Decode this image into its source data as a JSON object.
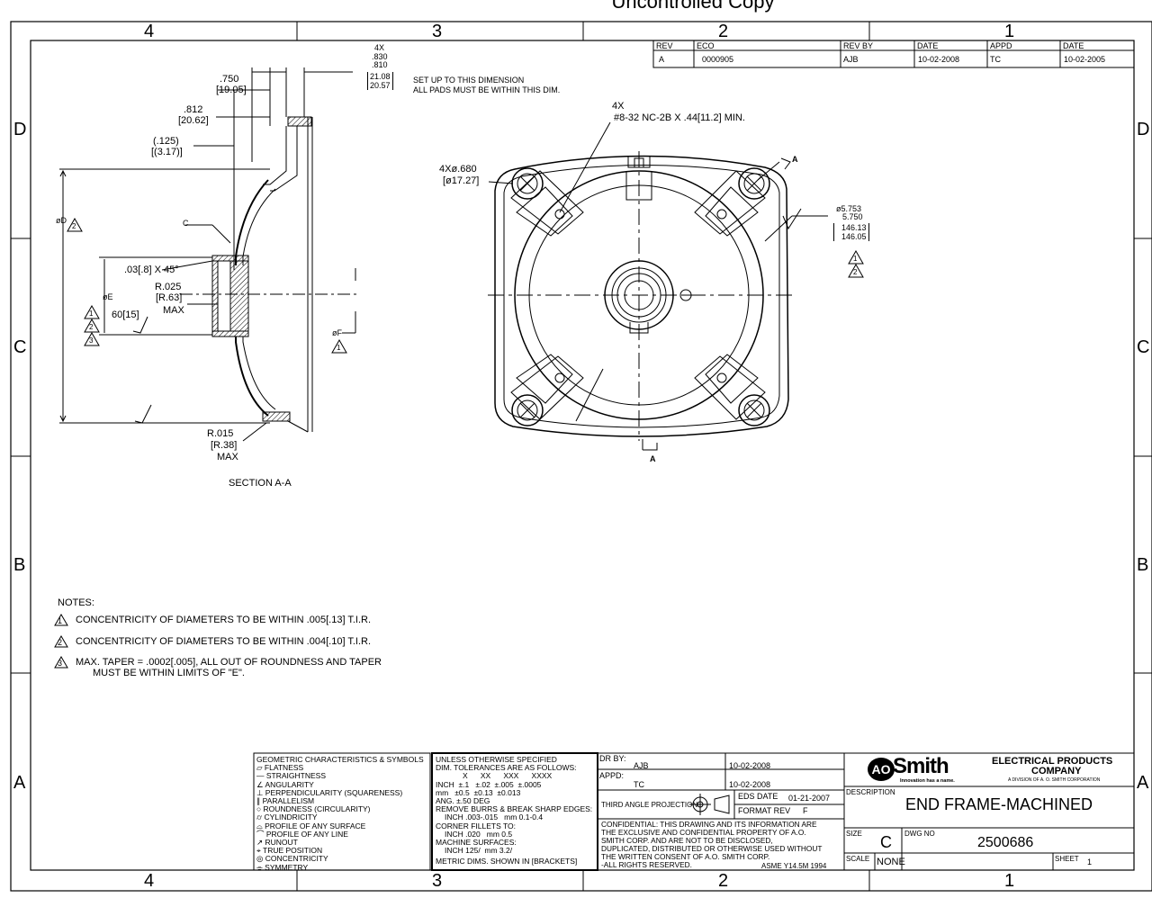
{
  "header": {
    "title": "Uncontrolled Copy"
  },
  "zones": {
    "columns": [
      "4",
      "3",
      "2",
      "1"
    ],
    "rows": [
      "D",
      "C",
      "B",
      "A"
    ]
  },
  "revision_table": {
    "headers": [
      "REV",
      "ECO",
      "REV BY",
      "DATE",
      "APPD",
      "DATE"
    ],
    "row": [
      "A",
      "0000905",
      "AJB",
      "10-02-2008",
      "TC",
      "10-02-2005"
    ]
  },
  "section_view": {
    "dim_4x": "4X",
    "dim_830": ".830",
    "dim_810": ".810",
    "dim_2108": "21.08",
    "dim_2057": "20.57",
    "setup_note_1": "SET UP TO THIS DIMENSION",
    "setup_note_2": "ALL PADS MUST BE WITHIN THIS DIM.",
    "dim_750": ".750",
    "dim_1905": "[19.05]",
    "dim_812": ".812",
    "dim_2062": "[20.62]",
    "dim_125": "(.125)",
    "dim_317": "[(3.17)]",
    "dim_phiD": "øD",
    "label_C": "C",
    "chamfer": ".03[.8] X 45°",
    "r025": "R.025",
    "r63": "[R.63]",
    "max1": "MAX",
    "phiE": "øE",
    "dim_60": "60[15]",
    "phiF": "øF",
    "r015": "R.015",
    "r38": "[R.38]",
    "max2": "MAX",
    "section_label": "SECTION A-A"
  },
  "front_view": {
    "thread_4x": "4X",
    "thread_note": "#8-32 NC-2B X .44[11.2] MIN.",
    "hole_4x": "4Xø.680",
    "hole_mm": "[ø17.27]",
    "dia_1": "ø5.753",
    "dia_2": "5.750",
    "dia_3": "146.13",
    "dia_4": "146.05",
    "label_A_top": "A",
    "label_A_bottom": "A"
  },
  "notes": {
    "heading": "NOTES:",
    "items": [
      {
        "num": "1",
        "text": "CONCENTRICITY OF DIAMETERS TO BE WITHIN .005[.13] T.I.R."
      },
      {
        "num": "2",
        "text": "CONCENTRICITY OF DIAMETERS TO BE WITHIN .004[.10] T.I.R."
      },
      {
        "num": "3",
        "text": "MAX. TAPER = .0002[.005], ALL OUT OF ROUNDNESS AND TAPER",
        "text2": "MUST BE WITHIN LIMITS OF \"E\"."
      }
    ]
  },
  "gc_symbols": {
    "heading": "GEOMETRIC CHARACTERISTICS & SYMBOLS",
    "items": [
      "FLATNESS",
      "STRAIGHTNESS",
      "ANGULARITY",
      "PERPENDICULARITY (SQUARENESS)",
      "PARALLELISM",
      "ROUNDNESS (CIRCULARITY)",
      "CYLINDRICITY",
      "PROFILE OF ANY SURFACE",
      "PROFILE OF ANY LINE",
      "RUNOUT",
      "TRUE POSITION",
      "CONCENTRICITY",
      "SYMMETRY"
    ]
  },
  "tolerances": {
    "l1": "UNLESS OTHERWISE SPECIFIED",
    "l2": "DIM. TOLERANCES ARE AS FOLLOWS:",
    "l3": "X      XX      XXX      XXXX",
    "l4": "INCH  ±.1   ±.02  ±.005  ±.0005",
    "l5": "mm   ±0.5  ±0.13  ±0.013",
    "l6": "ANG. ±.50 DEG",
    "l7": "REMOVE BURRS & BREAK SHARP EDGES:",
    "l8": "INCH .003-.015   mm 0.1-0.4",
    "l9": "CORNER FILLETS TO:",
    "l10": "INCH .020   mm 0.5",
    "l11": "MACHINE SURFACES:",
    "l12": "INCH 125/  mm 3.2/",
    "l13": "METRIC DIMS. SHOWN IN [BRACKETS]"
  },
  "title_block": {
    "dr_by_label": "DR BY:",
    "dr_by": "AJB",
    "dr_date": "10-02-2008",
    "appd_label": "APPD:",
    "appd": "TC",
    "appd_date": "10-02-2008",
    "projection": "THIRD ANGLE PROJECTION",
    "eds_date_label": "EDS DATE",
    "eds_date": "01-21-2007",
    "format_rev_label": "FORMAT REV",
    "format_rev": "F",
    "confidential": [
      "CONFIDENTIAL: THIS DRAWING AND ITS INFORMATION ARE",
      "THE EXCLUSIVE AND CONFIDENTIAL PROPERTY OF A.O.",
      "SMITH CORP. AND ARE NOT TO BE DISCLOSED,",
      "DUPLICATED, DISTRIBUTED OR OTHERWISE USED WITHOUT",
      "THE WRITTEN CONSENT OF A.O. SMITH CORP.",
      "-ALL RIGHTS RESERVED."
    ],
    "asme": "ASME Y14.5M 1994",
    "logo_ao": "AO",
    "logo_smith": "Smith",
    "logo_tag": "Innovation has a name.",
    "company_1": "ELECTRICAL PRODUCTS",
    "company_2": "COMPANY",
    "company_3": "A DIVISION OF A. O. SMITH CORPORATION",
    "description_label": "DESCRIPTION",
    "description": "END FRAME-MACHINED",
    "size_label": "SIZE",
    "size": "C",
    "dwg_no_label": "DWG NO",
    "dwg_no": "2500686",
    "scale_label": "SCALE",
    "scale": "NONE",
    "sheet_label": "SHEET",
    "sheet": "1"
  },
  "colors": {
    "line": "#000000",
    "hatch": "#333333",
    "paper": "#ffffff"
  }
}
